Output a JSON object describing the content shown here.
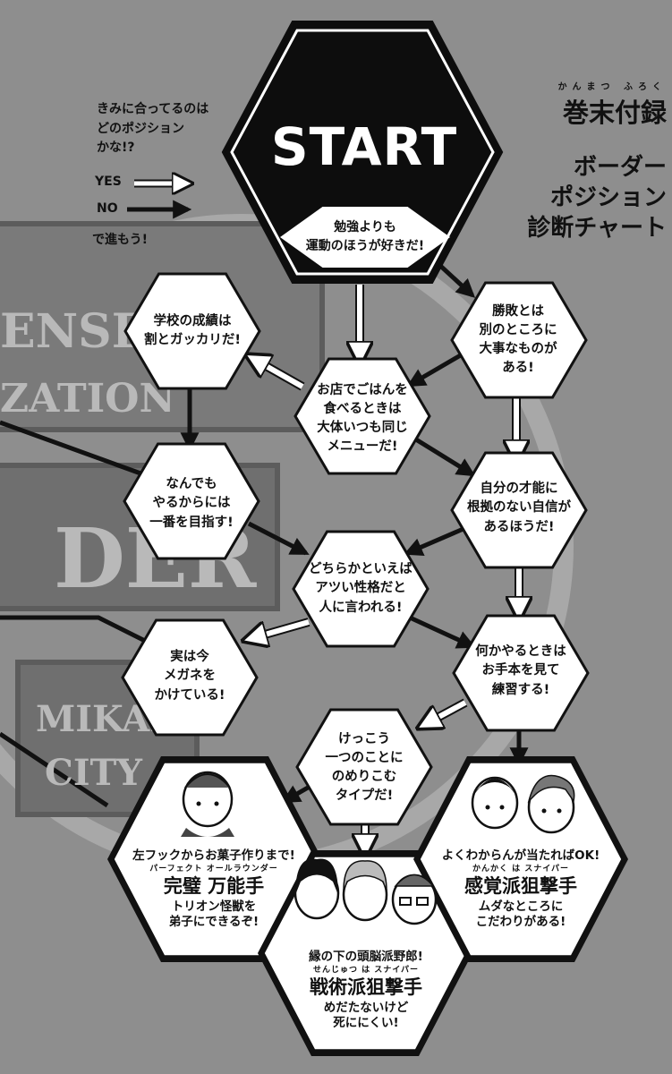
{
  "background": {
    "watermark_lines": [
      "ENSE",
      "ZATION",
      "DER",
      "MIKADO",
      "CITY"
    ]
  },
  "instructions": {
    "line1": "きみに合ってるのは",
    "line2": "どのポジション",
    "line3": "かな!?",
    "yes_label": "YES",
    "no_label": "NO",
    "proceed": "で進もう!"
  },
  "title": {
    "ruby": "かんまつ ふろく",
    "main": "巻末付録",
    "line2": "ボーダー",
    "line3": "ポジション",
    "line4": "診断チャート"
  },
  "start": {
    "label": "START",
    "question_line1": "勉強よりも",
    "question_line2": "運動のほうが好きだ!"
  },
  "questions": {
    "q_grades": [
      "学校の成績は",
      "割とガッカリだ!"
    ],
    "q_winning": [
      "勝敗とは",
      "別のところに",
      "大事なものが",
      "ある!"
    ],
    "q_menu": [
      "お店でごはんを",
      "食べるときは",
      "大体いつも同じ",
      "メニューだ!"
    ],
    "q_number_one": [
      "なんでも",
      "やるからには",
      "一番を目指す!"
    ],
    "q_talent": [
      "自分の才能に",
      "根拠のない自信が",
      "あるほうだ!"
    ],
    "q_passion": [
      "どちらかといえば",
      "アツい性格だと",
      "人に言われる!"
    ],
    "q_glasses": [
      "実は今",
      "メガネを",
      "かけている!"
    ],
    "q_practice": [
      "何かやるときは",
      "お手本を見て",
      "練習する!"
    ],
    "q_focus": [
      "けっこう",
      "一つのことに",
      "のめりこむ",
      "タイプだ!"
    ]
  },
  "results": {
    "all_rounder": {
      "line1": "左フックからお菓子作りまで!",
      "ruby": "パーフェクト オールラウンダー",
      "title": "完璧 万能手",
      "line3": "トリオン怪獣を",
      "line4": "弟子にできるぞ!"
    },
    "tactical_sniper": {
      "line1": "縁の下の頭脳派野郎!",
      "ruby": "せんじゅつ は スナイパー",
      "title": "戦術派狙撃手",
      "line3": "めだたないけど",
      "line4": "死ににくい!"
    },
    "intuitive_sniper": {
      "line1": "よくわからんが当たればOK!",
      "ruby": "かんかく は スナイパー",
      "title": "感覚派狙撃手",
      "line3": "ムダなところに",
      "line4": "こだわりがある!"
    }
  },
  "colors": {
    "page_bg": "#8e8e8e",
    "hex_fill": "#ffffff",
    "ink": "#111111",
    "start_fill": "#0d0d0d",
    "watermark": "#b9b9b9"
  }
}
